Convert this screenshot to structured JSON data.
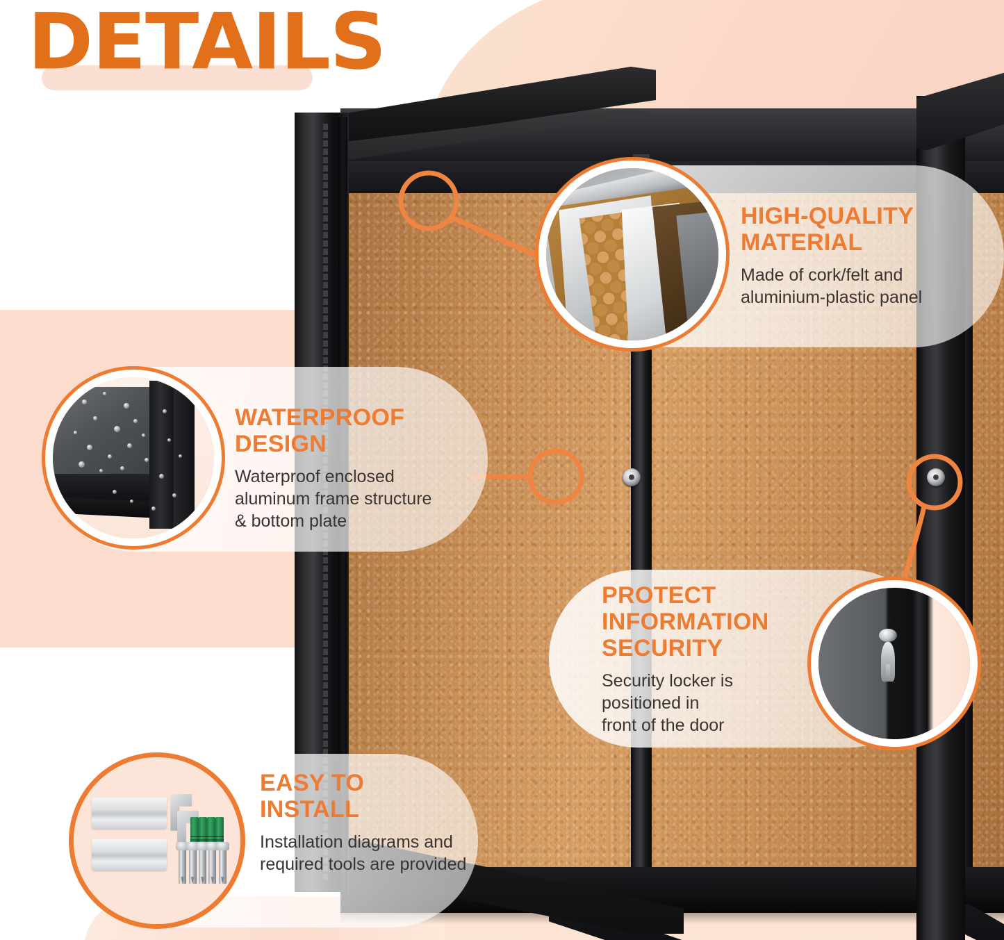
{
  "header": {
    "title": "DETAILS"
  },
  "theme": {
    "accent_orange": "#ee7b32",
    "heading_orange": "#ed7b32",
    "body_text": "#3a3431",
    "peach_bg": "#fbdccd",
    "frame_black": "#16171a",
    "cork_tan": "#c58c54"
  },
  "features": [
    {
      "id": "high-quality-material",
      "heading": "HIGH-QUALITY MATERIAL",
      "heading_lines": [
        "HIGH-QUALITY",
        "MATERIAL"
      ],
      "body": "Made of cork/felt and aluminium-plastic panel",
      "body_lines": [
        "Made of cork/felt and",
        "aluminium-plastic panel"
      ],
      "image_name": "honeycomb-panel-layers-photo"
    },
    {
      "id": "waterproof-design",
      "heading": "WATERPROOF DESIGN",
      "heading_lines": [
        "WATERPROOF",
        "DESIGN"
      ],
      "body": "Waterproof enclosed aluminum frame structure & bottom plate",
      "body_lines": [
        "Waterproof enclosed",
        "aluminum frame structure",
        "& bottom plate"
      ],
      "image_name": "water-droplets-on-frame-photo"
    },
    {
      "id": "protect-information-security",
      "heading": "PROTECT INFORMATION SECURITY",
      "heading_lines": [
        "PROTECT",
        "INFORMATION",
        "SECURITY"
      ],
      "body": "Security locker is positioned in front of the door",
      "body_lines": [
        "Security locker is positioned in",
        "front of the door"
      ],
      "image_name": "lock-with-key-photo"
    },
    {
      "id": "easy-to-install",
      "heading": "EASY TO INSTALL",
      "heading_lines": [
        "EASY TO",
        "INSTALL"
      ],
      "body": "Installation diagrams and required tools are provided",
      "body_lines": [
        "Installation diagrams and",
        "required tools are provided"
      ],
      "image_name": "mounting-hardware-kit-photo"
    }
  ],
  "product": {
    "name": "enclosed-cork-bulletin-board",
    "parts": [
      "black-aluminum-frame",
      "open-glass-door",
      "cork-board-surface",
      "vertical-mullion",
      "lock-cylinder",
      "bottom-plate"
    ]
  }
}
